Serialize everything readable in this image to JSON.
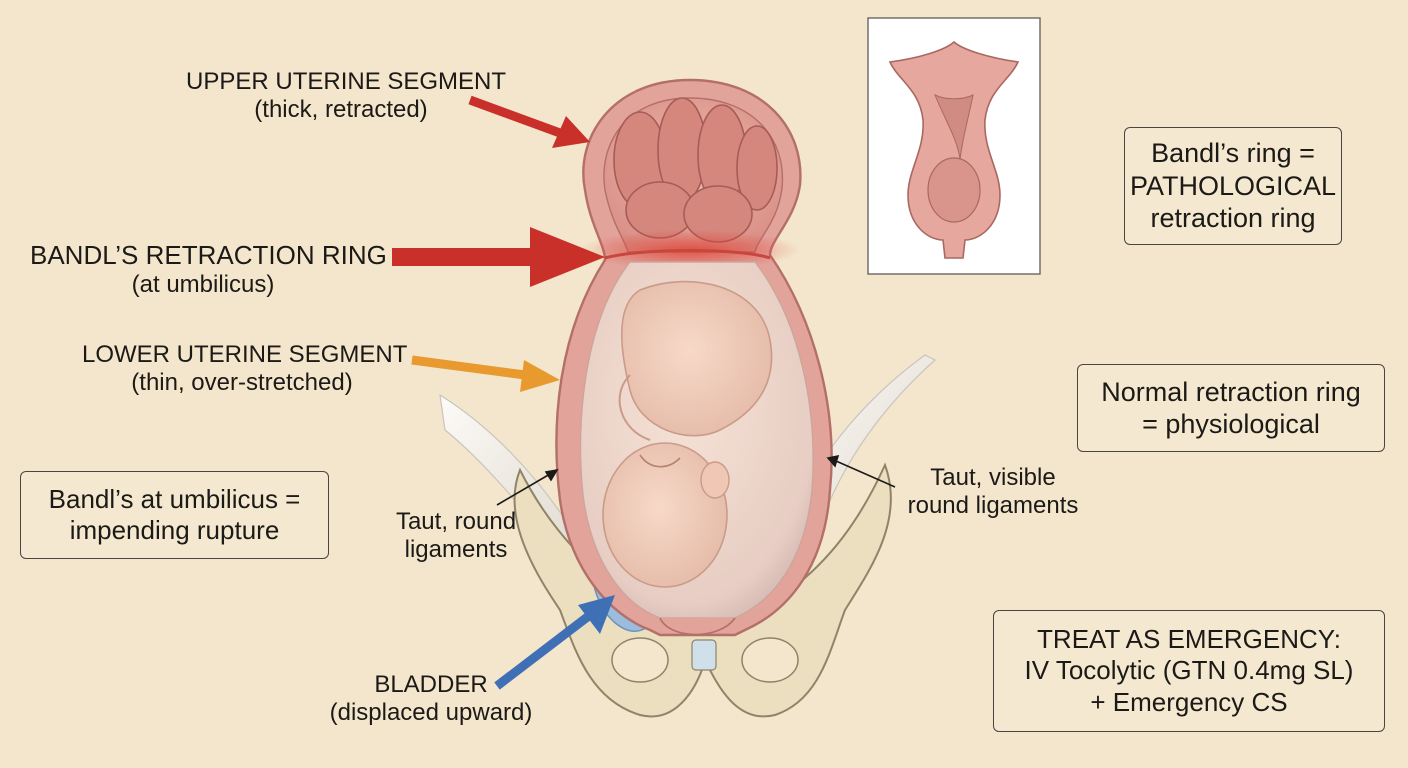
{
  "labels": {
    "upper_segment": {
      "title": "UPPER UTERINE SEGMENT",
      "note": "(thick, retracted)"
    },
    "bandls_ring": {
      "title": "BANDL’S RETRACTION RING",
      "note": "(at umbilicus)"
    },
    "lower_segment": {
      "title": "LOWER UTERINE SEGMENT",
      "note": "(thin, over-stretched)"
    },
    "left_ligaments": {
      "line1": "Taut, round",
      "line2": "ligaments"
    },
    "right_ligaments": {
      "line1": "Taut, visible",
      "line2": "round ligaments"
    },
    "bladder": {
      "title": "BLADDER",
      "note": "(displaced upward)"
    }
  },
  "boxes": {
    "pathological": {
      "line1": "Bandl’s ring =",
      "line2": "PATHOLOGICAL",
      "line3": "retraction ring"
    },
    "physiological": {
      "line1": "Normal retraction ring",
      "line2": "= physiological"
    },
    "impending": {
      "line1": "Bandl’s at umbilicus =",
      "line2": "impending rupture"
    },
    "emergency": {
      "line1": "TREAT AS EMERGENCY:",
      "line2": "IV Tocolytic (GTN 0.4mg SL)",
      "line3": "+ Emergency CS"
    }
  },
  "colors": {
    "background": "#f3e6cc",
    "uterine_wall": "#e2a39b",
    "ring_highlight": "#d93a32",
    "arrow_red": "#c9302a",
    "arrow_orange": "#e89a2e",
    "arrow_blue": "#3f6fb5",
    "bladder": "#9bbcdc",
    "bone": "#ebdfc0"
  }
}
